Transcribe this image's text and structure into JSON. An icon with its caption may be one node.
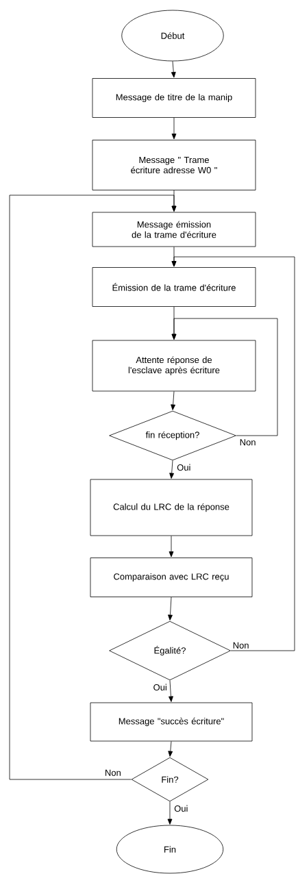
{
  "diagram": {
    "nodes": [
      {
        "text": [
          "Début"
        ]
      },
      {
        "text": [
          "Message de titre de la manip"
        ]
      },
      {
        "text": [
          "Message \" Trame écriture adresse W0 \""
        ]
      },
      {
        "text": [
          "Message émission de la trame d'écriture"
        ]
      },
      {
        "text": [
          "Émission de la trame d'écriture"
        ]
      },
      {
        "text": [
          "Attente réponse de l'esclave après écriture"
        ]
      },
      {
        "text": [
          "fin réception?"
        ]
      },
      {
        "text": [
          "Calcul du LRC de la réponse"
        ]
      },
      {
        "text": [
          "Comparaison avec LRC reçu"
        ]
      },
      {
        "text": [
          "Égalité?"
        ]
      },
      {
        "text": [
          "Message \"succès écriture\""
        ]
      },
      {
        "text": [
          "Fin?"
        ]
      },
      {
        "text": [
          "Fin"
        ]
      }
    ],
    "edges": [
      {
        "from": 0,
        "to": 1,
        "arrow": "to"
      },
      {
        "from": 1,
        "to": 2,
        "arrow": "to"
      },
      {
        "from": 2,
        "to": 3,
        "arrow": "to"
      },
      {
        "from": 3,
        "to": 4,
        "arrow": "to"
      },
      {
        "from": 4,
        "to": 5,
        "arrow": "to"
      },
      {
        "from": 5,
        "to": 6,
        "arrow": "to"
      },
      {
        "from": 6,
        "to": 7,
        "arrow": "to",
        "label": "Oui"
      },
      {
        "from": 6,
        "to": 5,
        "arrow": "to",
        "label": "Non"
      },
      {
        "from": 7,
        "to": 8,
        "arrow": "to"
      },
      {
        "from": 8,
        "to": 9,
        "arrow": "to"
      },
      {
        "from": 9,
        "to": 10,
        "arrow": "to",
        "label": "Oui"
      },
      {
        "from": 9,
        "to": 4,
        "arrow": "to",
        "label": "Non"
      },
      {
        "from": 10,
        "to": 11,
        "arrow": "to"
      },
      {
        "from": 11,
        "to": 12,
        "arrow": "to",
        "label": "Oui"
      },
      {
        "from": 11,
        "to": 3,
        "arrow": "to",
        "label": "Non"
      }
    ]
  }
}
